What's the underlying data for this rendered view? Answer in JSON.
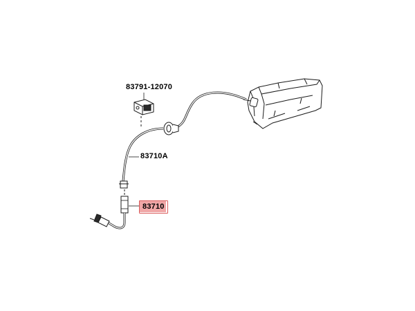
{
  "labels": {
    "bracket_part": "83791-12070",
    "upper_cable_part": "83710A",
    "lower_cable_part": "83710"
  },
  "colors": {
    "line": "#1a1a1a",
    "highlight_fill": "#f0a7a7",
    "highlight_border": "#d95a5a"
  }
}
